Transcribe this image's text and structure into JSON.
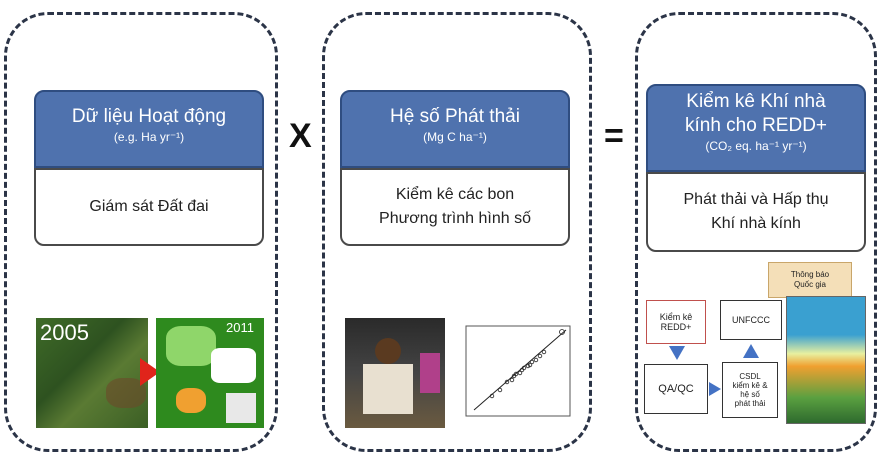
{
  "panels": [
    {
      "title": "Dữ liệu Hoạt động",
      "subtitle": "(e.g. Ha yr⁻¹)",
      "body": [
        "Giám sát Đất đai"
      ]
    },
    {
      "title": "Hệ số Phát thải",
      "subtitle": "(Mg C ha⁻¹)",
      "body": [
        "Kiểm kê các bon",
        "Phương trình hình số"
      ]
    },
    {
      "title": "Kiểm kê Khí nhà kính cho REDD+",
      "title_lines": [
        "Kiểm kê Khí nhà",
        "kính cho REDD+"
      ],
      "subtitle": "(CO₂ eq. ha⁻¹ yr⁻¹)",
      "body": [
        "Phát thải và Hấp thụ",
        "Khí nhà kính"
      ]
    }
  ],
  "operators": {
    "multiply": "X",
    "equals": "="
  },
  "map_images": {
    "left_year": "2005",
    "right_year": "2011"
  },
  "flow": {
    "kiem_ke": [
      "Kiểm kê",
      "REDD+"
    ],
    "unfccc": "UNFCCC",
    "qa_qc": "QA/QC",
    "csdl": [
      "CSDL",
      "kiểm kê &",
      "hệ số",
      "phát thải"
    ],
    "national_report": [
      "Thông báo",
      "Quốc gia"
    ]
  },
  "colors": {
    "header_blue": "#4f72ae",
    "arrow_blue": "#4472c4",
    "flow_border": "#c0504d"
  }
}
